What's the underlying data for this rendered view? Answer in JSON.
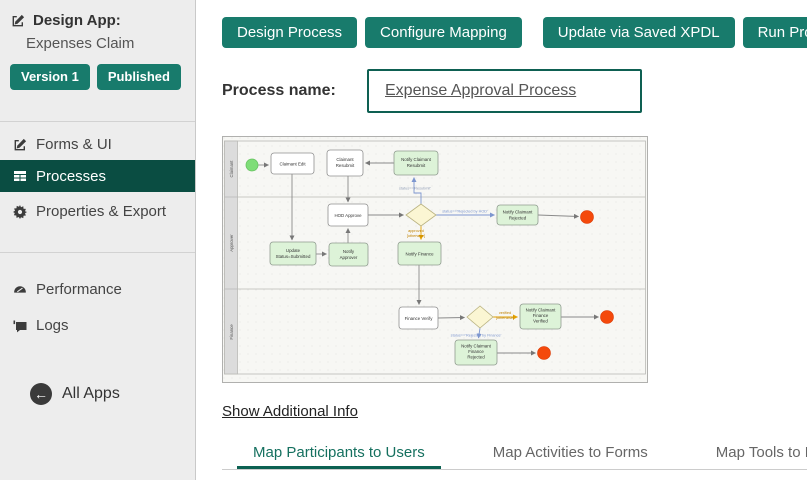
{
  "sidebar": {
    "header": {
      "label": "Design App:",
      "name": "Expenses Claim"
    },
    "badges": {
      "version": "Version 1",
      "status": "Published"
    },
    "menu": [
      {
        "label": "Forms & UI",
        "icon": "edit-icon",
        "active": false
      },
      {
        "label": "Processes",
        "icon": "table-icon",
        "active": true
      },
      {
        "label": "Properties & Export",
        "icon": "gear-icon",
        "active": false
      }
    ],
    "menu_secondary": [
      {
        "label": "Performance",
        "icon": "tachometer-icon"
      },
      {
        "label": "Logs",
        "icon": "logs-icon"
      }
    ],
    "all_apps_label": "All Apps"
  },
  "toolbar": {
    "buttons": [
      "Design Process",
      "Configure Mapping",
      "Update via Saved XPDL",
      "Run Process"
    ]
  },
  "process": {
    "label": "Process name:",
    "value": "Expense Approval Process"
  },
  "links": {
    "additional_info": "Show Additional Info"
  },
  "tabs": [
    {
      "label": "Map Participants to Users",
      "active": true
    },
    {
      "label": "Map Activities to Forms",
      "active": false
    },
    {
      "label": "Map Tools to Plugins",
      "active": false
    }
  ],
  "diagram": {
    "lanes": [
      "Claimant",
      "Approver",
      "Finance"
    ],
    "nodes": {
      "claimant_edit": [
        "Claimant Edit"
      ],
      "claimant_resubmit": [
        "Claimant",
        "Resubmit"
      ],
      "notify_claimant_resubmit": [
        "Notify Claimant",
        "Resubmit"
      ],
      "hod_approve": [
        "HOD Approve"
      ],
      "update_status": [
        "Update",
        "Status=Submitted"
      ],
      "notify_approver": [
        "Notify",
        "Approver"
      ],
      "notify_finance": [
        "Notify Finance"
      ],
      "notify_claimant_rejected": [
        "Notify Claimant",
        "Rejected"
      ],
      "finance_verify": [
        "Finance Verify"
      ],
      "notify_claimant_finance_verified": [
        "Notify Claimant",
        "Finance",
        "Verified"
      ],
      "notify_claimant_finance_rejected": [
        "Notify Claimant",
        "Finance",
        "Rejected"
      ]
    },
    "edge_labels": {
      "resubmit_condition": "status=='Resubmit'",
      "approved_line1": "approved",
      "approved_line2": "[otherwise]",
      "rejected_by_hod": "status=='Rejected by HOD'",
      "verified_line1": "verified",
      "verified_line2": "[otherwise]",
      "rejected_by_finance": "status=='Rejected by Finance'"
    }
  },
  "colors": {
    "accent_teal": "#187b6c",
    "active_menu_green": "#0a4d42",
    "tab_active_teal": "#15705f",
    "start_event_green": "#7fdd78",
    "end_event_red": "#f4490c",
    "activity_green": "#ddf3d8",
    "gateway_yellow": "#fbf6d3"
  }
}
